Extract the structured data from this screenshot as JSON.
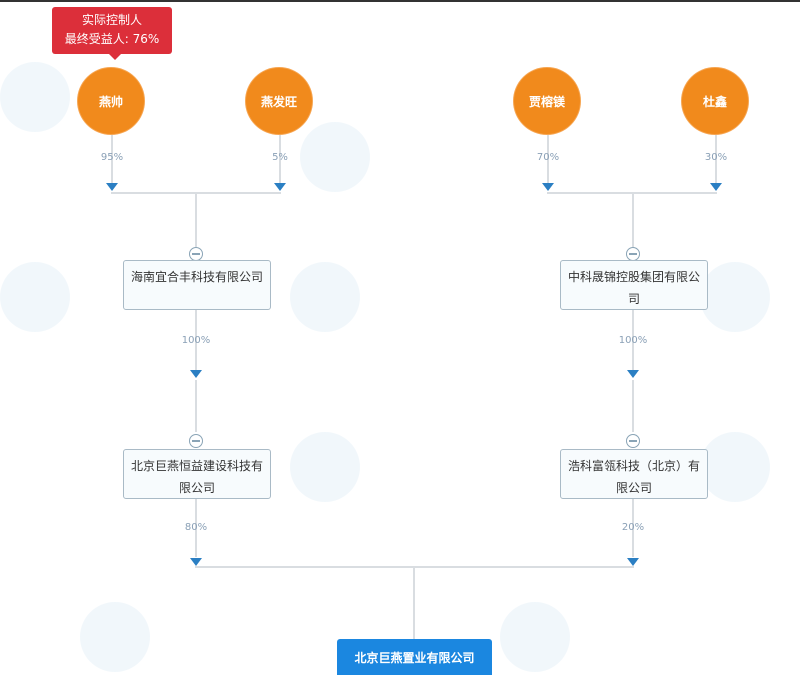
{
  "colors": {
    "person_node": "#f18a1c",
    "tooltip_bg": "#dc2f3a",
    "arrow": "#2b7fc3",
    "target_node": "#1b87e0",
    "connector": "#d9dde1",
    "company_border": "#a9bac6"
  },
  "tooltip": {
    "line1": "实际控制人",
    "line2": "最终受益人: 76%"
  },
  "persons": [
    {
      "name": "燕帅",
      "share": "95%"
    },
    {
      "name": "燕发旺",
      "share": "5%"
    },
    {
      "name": "贾榕镁",
      "share": "70%"
    },
    {
      "name": "杜鑫",
      "share": "30%"
    }
  ],
  "companies": {
    "left_upper": {
      "name": "海南宜合丰科技有限公司",
      "share": "100%"
    },
    "right_upper": {
      "name": "中科晟锦控股集团有限公司",
      "share": "100%"
    },
    "left_lower": {
      "name": "北京巨燕恒益建设科技有限公司",
      "share": "80%"
    },
    "right_lower": {
      "name": "浩科富瓴科技（北京）有限公司",
      "share": "20%"
    }
  },
  "target": {
    "name": "北京巨燕置业有限公司"
  }
}
